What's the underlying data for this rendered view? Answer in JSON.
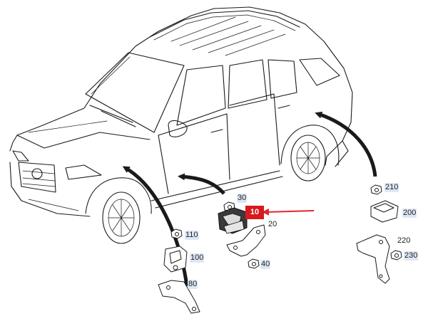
{
  "parts": [
    {
      "id": "p10",
      "label": "10",
      "highlighted": true
    },
    {
      "id": "p20",
      "label": "20",
      "highlighted": false
    },
    {
      "id": "p30",
      "label": "30",
      "highlighted": true
    },
    {
      "id": "p40",
      "label": "40",
      "highlighted": true
    },
    {
      "id": "p80",
      "label": "80",
      "highlighted": true
    },
    {
      "id": "p100",
      "label": "100",
      "highlighted": true
    },
    {
      "id": "p110",
      "label": "110",
      "highlighted": true
    },
    {
      "id": "p200",
      "label": "200",
      "highlighted": true
    },
    {
      "id": "p210",
      "label": "210",
      "highlighted": true
    },
    {
      "id": "p220",
      "label": "220",
      "highlighted": false
    },
    {
      "id": "p230",
      "label": "230",
      "highlighted": true
    }
  ],
  "colors": {
    "line": "#1a1a1a",
    "highlight_box": "#d71920",
    "highlight_arrow": "#e0262e",
    "label_background": "#dde7f5"
  }
}
